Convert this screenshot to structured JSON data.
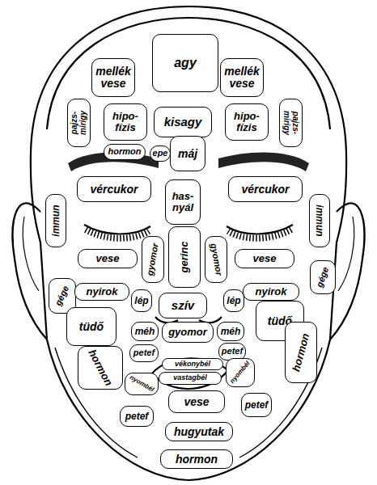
{
  "diagram": {
    "nodes": [
      {
        "text": [
          "mellék vese"
        ]
      },
      {
        "text": [
          "agy"
        ]
      },
      {
        "text": [
          "mellék vese"
        ]
      },
      {
        "text": [
          "pajzs-mirigy"
        ]
      },
      {
        "text": [
          "hipo-fízis"
        ]
      },
      {
        "text": [
          "kisagy"
        ]
      },
      {
        "text": [
          "hipo-fízis"
        ]
      },
      {
        "text": [
          "pajzs-mirigy"
        ]
      },
      {
        "text": [
          "hormon"
        ]
      },
      {
        "text": [
          "epe"
        ]
      },
      {
        "text": [
          "máj"
        ]
      },
      {
        "text": [
          "vércukor"
        ]
      },
      {
        "text": [
          "has-nyál"
        ]
      },
      {
        "text": [
          "vércukor"
        ]
      },
      {
        "text": [
          "immun"
        ]
      },
      {
        "text": [
          "immun"
        ]
      },
      {
        "text": [
          "vese"
        ]
      },
      {
        "text": [
          "gyomor"
        ]
      },
      {
        "text": [
          "gerinc"
        ]
      },
      {
        "text": [
          "gyomor"
        ]
      },
      {
        "text": [
          "vese"
        ]
      },
      {
        "text": [
          "gége"
        ]
      },
      {
        "text": [
          "gége"
        ]
      },
      {
        "text": [
          "nyirok"
        ]
      },
      {
        "text": [
          "nyirok"
        ]
      },
      {
        "text": [
          "lép"
        ]
      },
      {
        "text": [
          "szív"
        ]
      },
      {
        "text": [
          "lép"
        ]
      },
      {
        "text": [
          "tüdő"
        ]
      },
      {
        "text": [
          "tüdő"
        ]
      },
      {
        "text": [
          "hormon"
        ]
      },
      {
        "text": [
          "méh"
        ]
      },
      {
        "text": [
          "gyomor"
        ]
      },
      {
        "text": [
          "méh"
        ]
      },
      {
        "text": [
          "hormon"
        ]
      },
      {
        "text": [
          "petef"
        ]
      },
      {
        "text": [
          "petef"
        ]
      },
      {
        "text": [
          "vékonybél"
        ]
      },
      {
        "text": [
          "vastagbél"
        ]
      },
      {
        "text": [
          "nyombél"
        ]
      },
      {
        "text": [
          "nyombél"
        ]
      },
      {
        "text": [
          "petef"
        ]
      },
      {
        "text": [
          "vese"
        ]
      },
      {
        "text": [
          "petef"
        ]
      },
      {
        "text": [
          "hugyutak"
        ]
      },
      {
        "text": [
          "hormon"
        ]
      }
    ]
  }
}
